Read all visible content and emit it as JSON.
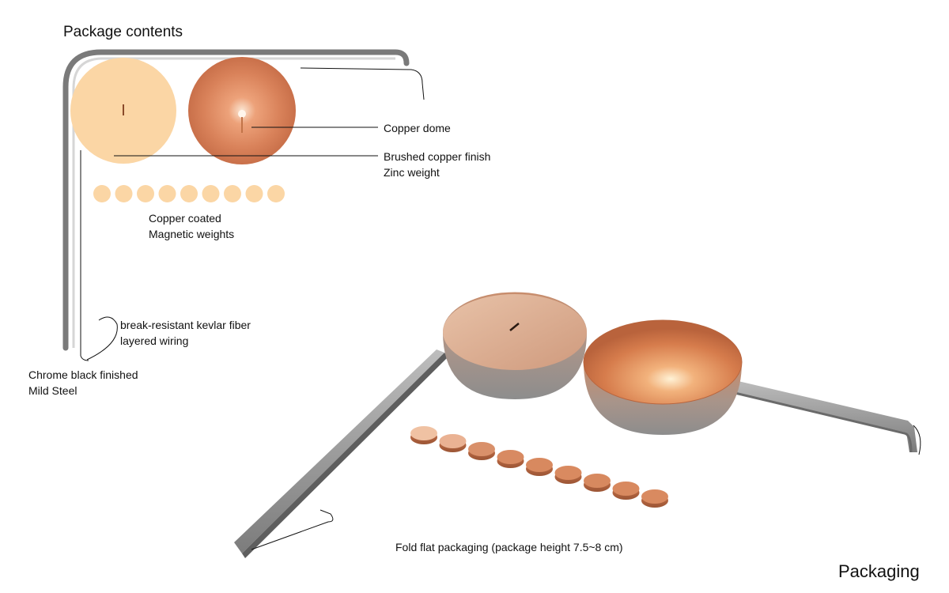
{
  "titles": {
    "top": "Package contents",
    "bottom": "Packaging"
  },
  "labels": {
    "copper_dome": "Copper dome",
    "finish_line1": "Brushed copper finish",
    "finish_line2": "Zinc weight",
    "weights_line1": "Copper coated",
    "weights_line2": "Magnetic weights",
    "wire_line1": "break-resistant kevlar fiber",
    "wire_line2": "layered wiring",
    "steel_line1": "Chrome black finished",
    "steel_line2": "Mild Steel",
    "fold_flat": "Fold flat packaging  (package height 7.5~8 cm)"
  },
  "colors": {
    "copper": "#d9845a",
    "copper_light": "#f7cfa2",
    "steel": "#8a8a8a",
    "steel_light": "#cfcfcf",
    "text": "#111111"
  }
}
